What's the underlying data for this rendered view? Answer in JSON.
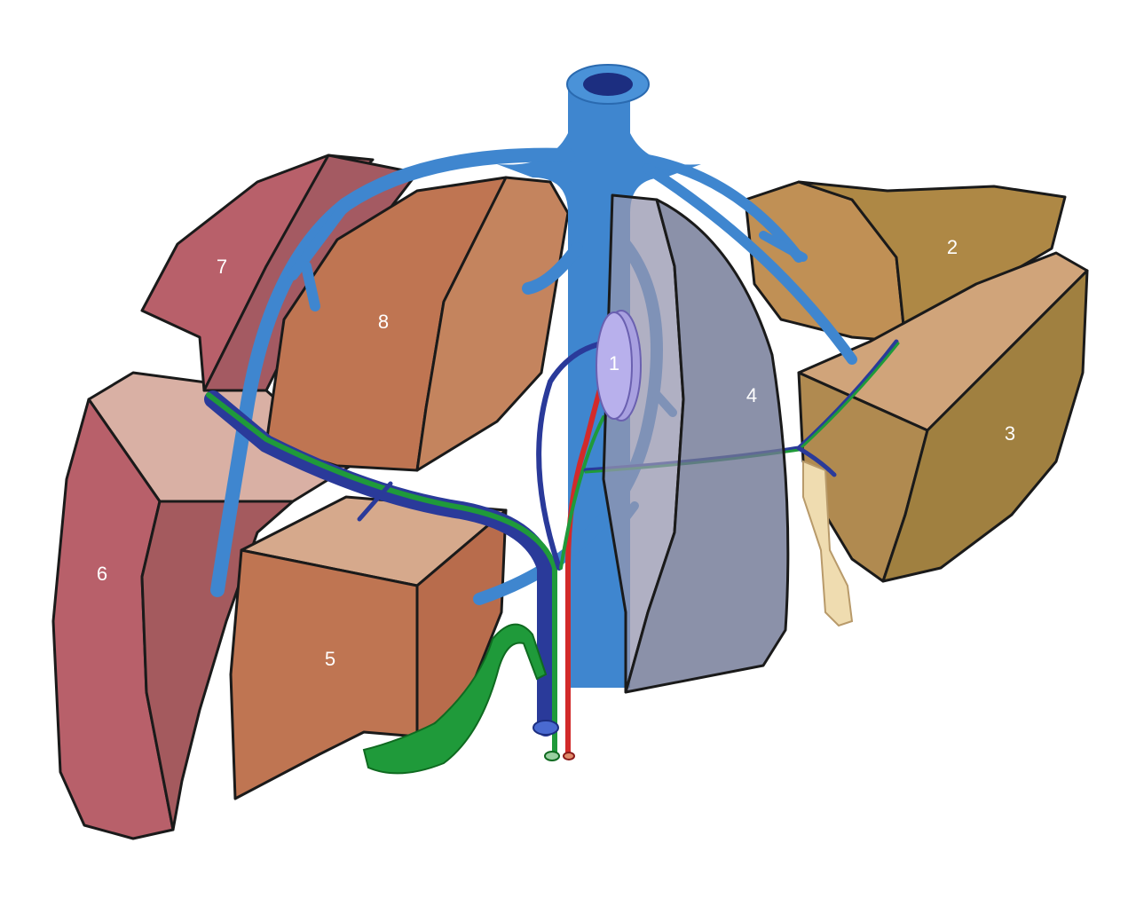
{
  "diagram": {
    "segments": [
      {
        "id": "1",
        "label": "1"
      },
      {
        "id": "2",
        "label": "2"
      },
      {
        "id": "3",
        "label": "3"
      },
      {
        "id": "4",
        "label": "4"
      },
      {
        "id": "5",
        "label": "5"
      },
      {
        "id": "6",
        "label": "6"
      },
      {
        "id": "7",
        "label": "7"
      },
      {
        "id": "8",
        "label": "8"
      }
    ],
    "colors": {
      "hepatic_vein": "#3f86cf",
      "portal_vein": "#2a3a9a",
      "hepatic_artery": "#d22a2a",
      "bile_duct": "#1f9a3a",
      "right_lobe": "#b8606a",
      "segment_8_5": "#c07a55",
      "segment_4": "#8a90a8",
      "left_lobe": "#b08a45"
    }
  }
}
